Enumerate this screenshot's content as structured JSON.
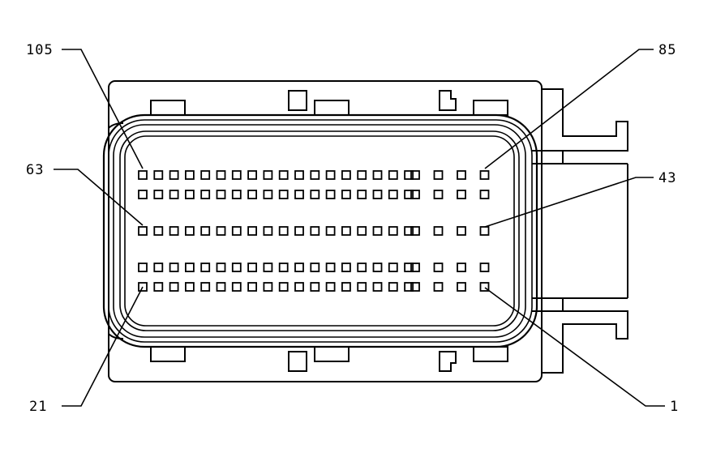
{
  "diagram": {
    "colors": {
      "stroke": "#000000",
      "background": "#ffffff"
    },
    "labels": {
      "pin_105": "105",
      "pin_85": "85",
      "pin_63": "63",
      "pin_43": "43",
      "pin_21": "21",
      "pin_1": "1"
    },
    "rows": [
      {
        "name": "row-1",
        "pins": 22
      },
      {
        "name": "row-2",
        "pins": 22
      },
      {
        "name": "row-3",
        "pins": 22
      },
      {
        "name": "row-4",
        "pins": 22
      },
      {
        "name": "row-5",
        "pins": 22
      }
    ],
    "total_pins": 105
  }
}
